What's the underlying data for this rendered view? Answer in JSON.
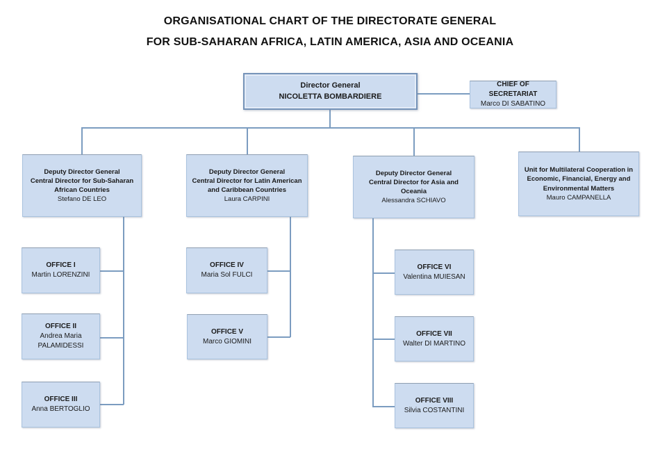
{
  "title": {
    "line1": "ORGANISATIONAL CHART OF THE DIRECTORATE GENERAL",
    "line2": "FOR SUB-SAHARAN AFRICA, LATIN AMERICA, ASIA AND OCEANIA"
  },
  "colors": {
    "box_fill": "#cddcf0",
    "box_border": "#a9c2de",
    "dg_border": "#7492b8",
    "line": "#7b9cc0"
  },
  "director": {
    "title_lines": [
      "Director General"
    ],
    "name": "NICOLETTA BOMBARDIERE"
  },
  "secretariat": {
    "title_lines": [
      "CHIEF OF SECRETARIAT"
    ],
    "name": "Marco DI SABATINO"
  },
  "deputies": [
    {
      "title_lines": [
        "Deputy Director General",
        "Central Director for Sub-Saharan",
        "African Countries"
      ],
      "name": "Stefano DE LEO"
    },
    {
      "title_lines": [
        "Deputy Director General",
        "Central Director for Latin American",
        "and Caribbean Countries"
      ],
      "name": "Laura CARPINI"
    },
    {
      "title_lines": [
        "Deputy Director General",
        "Central Director for Asia and Oceania"
      ],
      "name": "Alessandra SCHIAVO"
    },
    {
      "title_lines": [
        "Unit for Multilateral Cooperation in",
        "Economic, Financial, Energy and",
        "Environmental Matters"
      ],
      "name": "Mauro CAMPANELLA"
    }
  ],
  "offices": [
    {
      "title": "OFFICE I",
      "name": "Martin LORENZINI"
    },
    {
      "title": "OFFICE II",
      "name": "Andrea Maria PALAMIDESSI"
    },
    {
      "title": "OFFICE III",
      "name": "Anna BERTOGLIO"
    },
    {
      "title": "OFFICE IV",
      "name": "Maria Sol FULCI"
    },
    {
      "title": "OFFICE V",
      "name": "Marco GIOMINI"
    },
    {
      "title": "OFFICE VI",
      "name": "Valentina MUIESAN"
    },
    {
      "title": "OFFICE VII",
      "name": "Walter DI MARTINO"
    },
    {
      "title": "OFFICE VIII",
      "name": "Silvia COSTANTINI"
    }
  ]
}
